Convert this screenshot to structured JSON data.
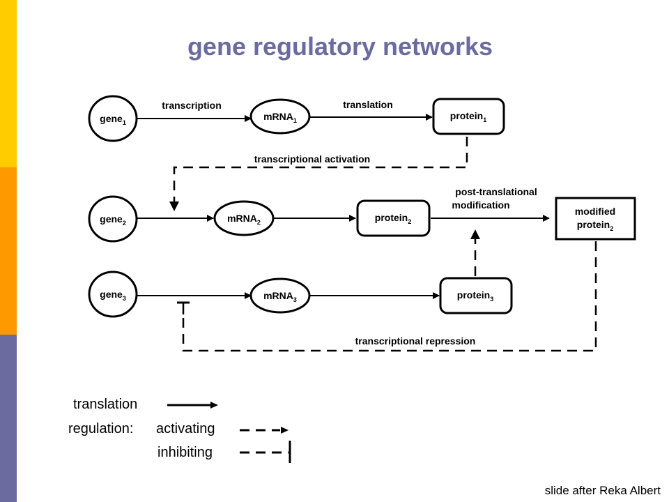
{
  "slide": {
    "title": "gene regulatory networks",
    "credit": "slide after Reka Albert",
    "accent_colors": [
      "#FFCC00",
      "#FF9900",
      "#6B6B9F"
    ]
  },
  "nodes": {
    "gene1": {
      "base": "gene",
      "sub": "1"
    },
    "mrna1": {
      "base": "mRNA",
      "sub": "1"
    },
    "protein1": {
      "base": "protein",
      "sub": "1"
    },
    "gene2": {
      "base": "gene",
      "sub": "2"
    },
    "mrna2": {
      "base": "mRNA",
      "sub": "2"
    },
    "protein2": {
      "base": "protein",
      "sub": "2"
    },
    "modified_protein2": {
      "line1": "modified",
      "base": "protein",
      "sub": "2"
    },
    "gene3": {
      "base": "gene",
      "sub": "3"
    },
    "mrna3": {
      "base": "mRNA",
      "sub": "3"
    },
    "protein3": {
      "base": "protein",
      "sub": "3"
    }
  },
  "edge_labels": {
    "transcription": "transcription",
    "translation": "translation",
    "transcriptional_activation": "transcriptional activation",
    "post_translational_1": "post-translational",
    "post_translational_2": "modification",
    "transcriptional_repression": "transcriptional repression"
  },
  "legend": {
    "translation": "translation",
    "regulation": "regulation:",
    "activating": "activating",
    "inhibiting": "inhibiting"
  }
}
